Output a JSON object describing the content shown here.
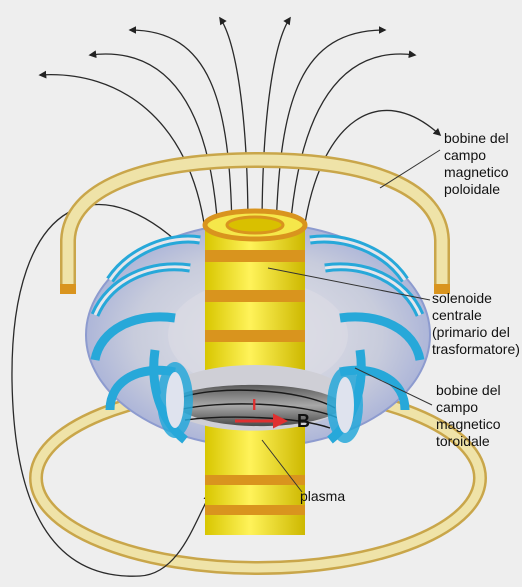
{
  "labels": {
    "poloidal_coils": [
      "bobine del",
      "campo",
      "magnetico",
      "poloidale"
    ],
    "central_solenoid": [
      "solenoide",
      "centrale",
      "(primario del",
      "trasformatore)"
    ],
    "toroidal_coils": [
      "bobine del",
      "campo",
      "magnetico",
      "toroidale"
    ],
    "plasma": "plasma",
    "current_symbol": "I",
    "field_symbol": "B"
  },
  "colors": {
    "background": "#eeeeee",
    "poloidal_coil": "#e7d79a",
    "solenoid": "#f2e313",
    "solenoid_band": "#d9941e",
    "torus": "#a9b8df",
    "toroidal_coil": "#27a8d9",
    "plasma": "#8d8d8d",
    "current_arrow": "#e03030"
  },
  "icons": [
    "field-line-arrow-icon",
    "current-arrow-icon"
  ]
}
